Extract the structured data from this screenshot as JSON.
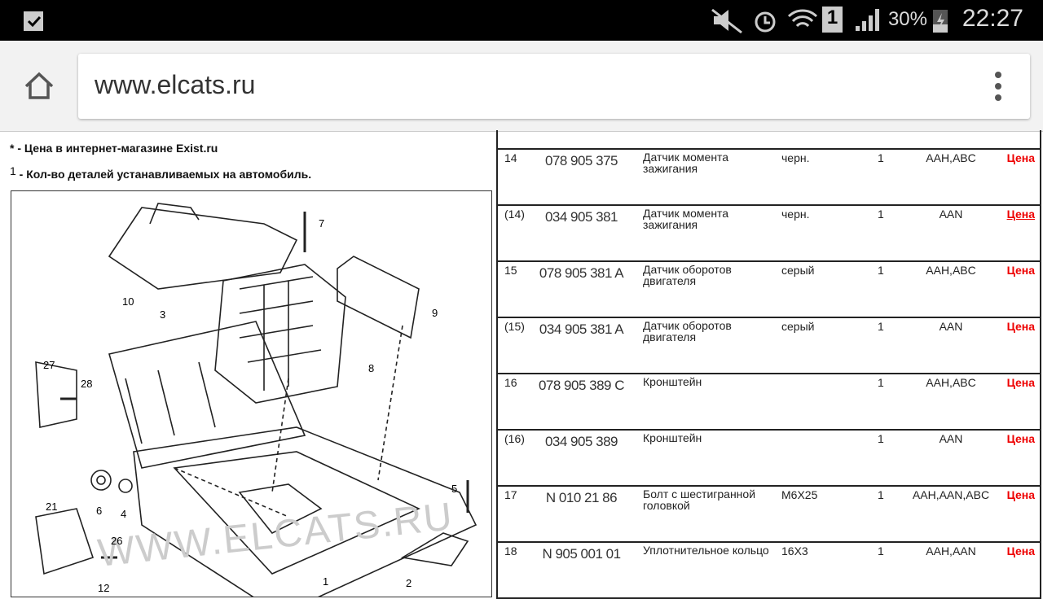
{
  "status_bar": {
    "battery": "30%",
    "time": "22:27",
    "sim": "1",
    "icons": [
      "clipboard-check-icon",
      "mute-icon",
      "alarm-icon",
      "wifi-icon",
      "sim-icon",
      "signal-icon",
      "battery-charging-icon"
    ]
  },
  "browser": {
    "url": "www.elcats.ru",
    "icons": [
      "home-icon",
      "more-vert-icon"
    ]
  },
  "notes": {
    "price_note": "* - Цена в интернет-магазине Exist.ru",
    "qty_sup": "1",
    "qty_note": " - Кол-во деталей устанавливаемых на автомобиль."
  },
  "diagram": {
    "watermark": "WWW.ELCATS.RU",
    "callouts": [
      "7",
      "10",
      "3",
      "9",
      "8",
      "27",
      "28",
      "6",
      "4",
      "5",
      "21",
      "26",
      "1",
      "2",
      "12"
    ]
  },
  "parts": [
    {
      "pos": "14",
      "number": "078 905 375",
      "name": "Датчик момента зажигания",
      "color": "черн.",
      "qty": "1",
      "engine": "AAH,ABC",
      "price": "Цена",
      "underline": false
    },
    {
      "pos": "(14)",
      "number": "034 905 381",
      "name": "Датчик момента зажигания",
      "color": "черн.",
      "qty": "1",
      "engine": "AAN",
      "price": "Цена",
      "underline": true
    },
    {
      "pos": "15",
      "number": "078 905 381 A",
      "name": "Датчик оборотов двигателя",
      "color": "серый",
      "qty": "1",
      "engine": "AAH,ABC",
      "price": "Цена",
      "underline": false
    },
    {
      "pos": "(15)",
      "number": "034 905 381 A",
      "name": "Датчик оборотов двигателя",
      "color": "серый",
      "qty": "1",
      "engine": "AAN",
      "price": "Цена",
      "underline": false
    },
    {
      "pos": "16",
      "number": "078 905 389 C",
      "name": "Кронштейн",
      "color": "",
      "qty": "1",
      "engine": "AAH,ABC",
      "price": "Цена",
      "underline": false
    },
    {
      "pos": "(16)",
      "number": "034 905 389",
      "name": "Кронштейн",
      "color": "",
      "qty": "1",
      "engine": "AAN",
      "price": "Цена",
      "underline": false
    },
    {
      "pos": "17",
      "number": "N 010 21 86",
      "name": "Болт с шестигранной головкой",
      "color": "M6X25",
      "qty": "1",
      "engine": "AAH,AAN,ABC",
      "price": "Цена",
      "underline": false
    },
    {
      "pos": "18",
      "number": "N 905 001 01",
      "name": "Уплотнительное кольцо",
      "color": "16X3",
      "qty": "1",
      "engine": "AAH,AAN",
      "price": "Цена",
      "underline": false
    }
  ],
  "colors": {
    "price": "#ee0000",
    "statusbar": "#000000",
    "toolbar": "#f2f2f2"
  }
}
